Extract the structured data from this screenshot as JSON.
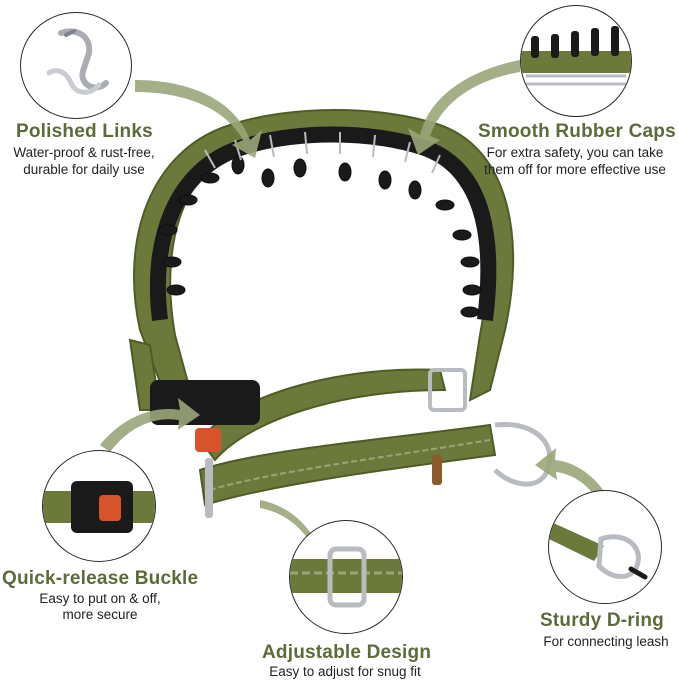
{
  "colors": {
    "olive": "#6b7a3a",
    "olive_dark": "#4f5c26",
    "title_green": "#5d6a3a",
    "rubber_black": "#1a1a1a",
    "steel": "#b8bcc0",
    "buckle_orange": "#d9532a",
    "arrow_green": "#9aa57a"
  },
  "features": {
    "polished_links": {
      "title": "Polished Links",
      "line1": "Water-proof & rust-free,",
      "line2": "durable for daily use",
      "icon": "metal-link-icon"
    },
    "rubber_caps": {
      "title": "Smooth Rubber Caps",
      "line1": "For extra safety, you can take",
      "line2": "them off for more effective use",
      "icon": "prong-links-icon"
    },
    "buckle": {
      "title": "Quick-release Buckle",
      "line1": "Easy to put on & off,",
      "line2": "more secure",
      "icon": "buckle-icon"
    },
    "adjustable": {
      "title": "Adjustable Design",
      "line1": "Easy to adjust for snug fit",
      "icon": "slider-buckle-icon"
    },
    "dring": {
      "title": "Sturdy D-ring",
      "line1": "For connecting leash",
      "icon": "d-ring-icon"
    }
  }
}
